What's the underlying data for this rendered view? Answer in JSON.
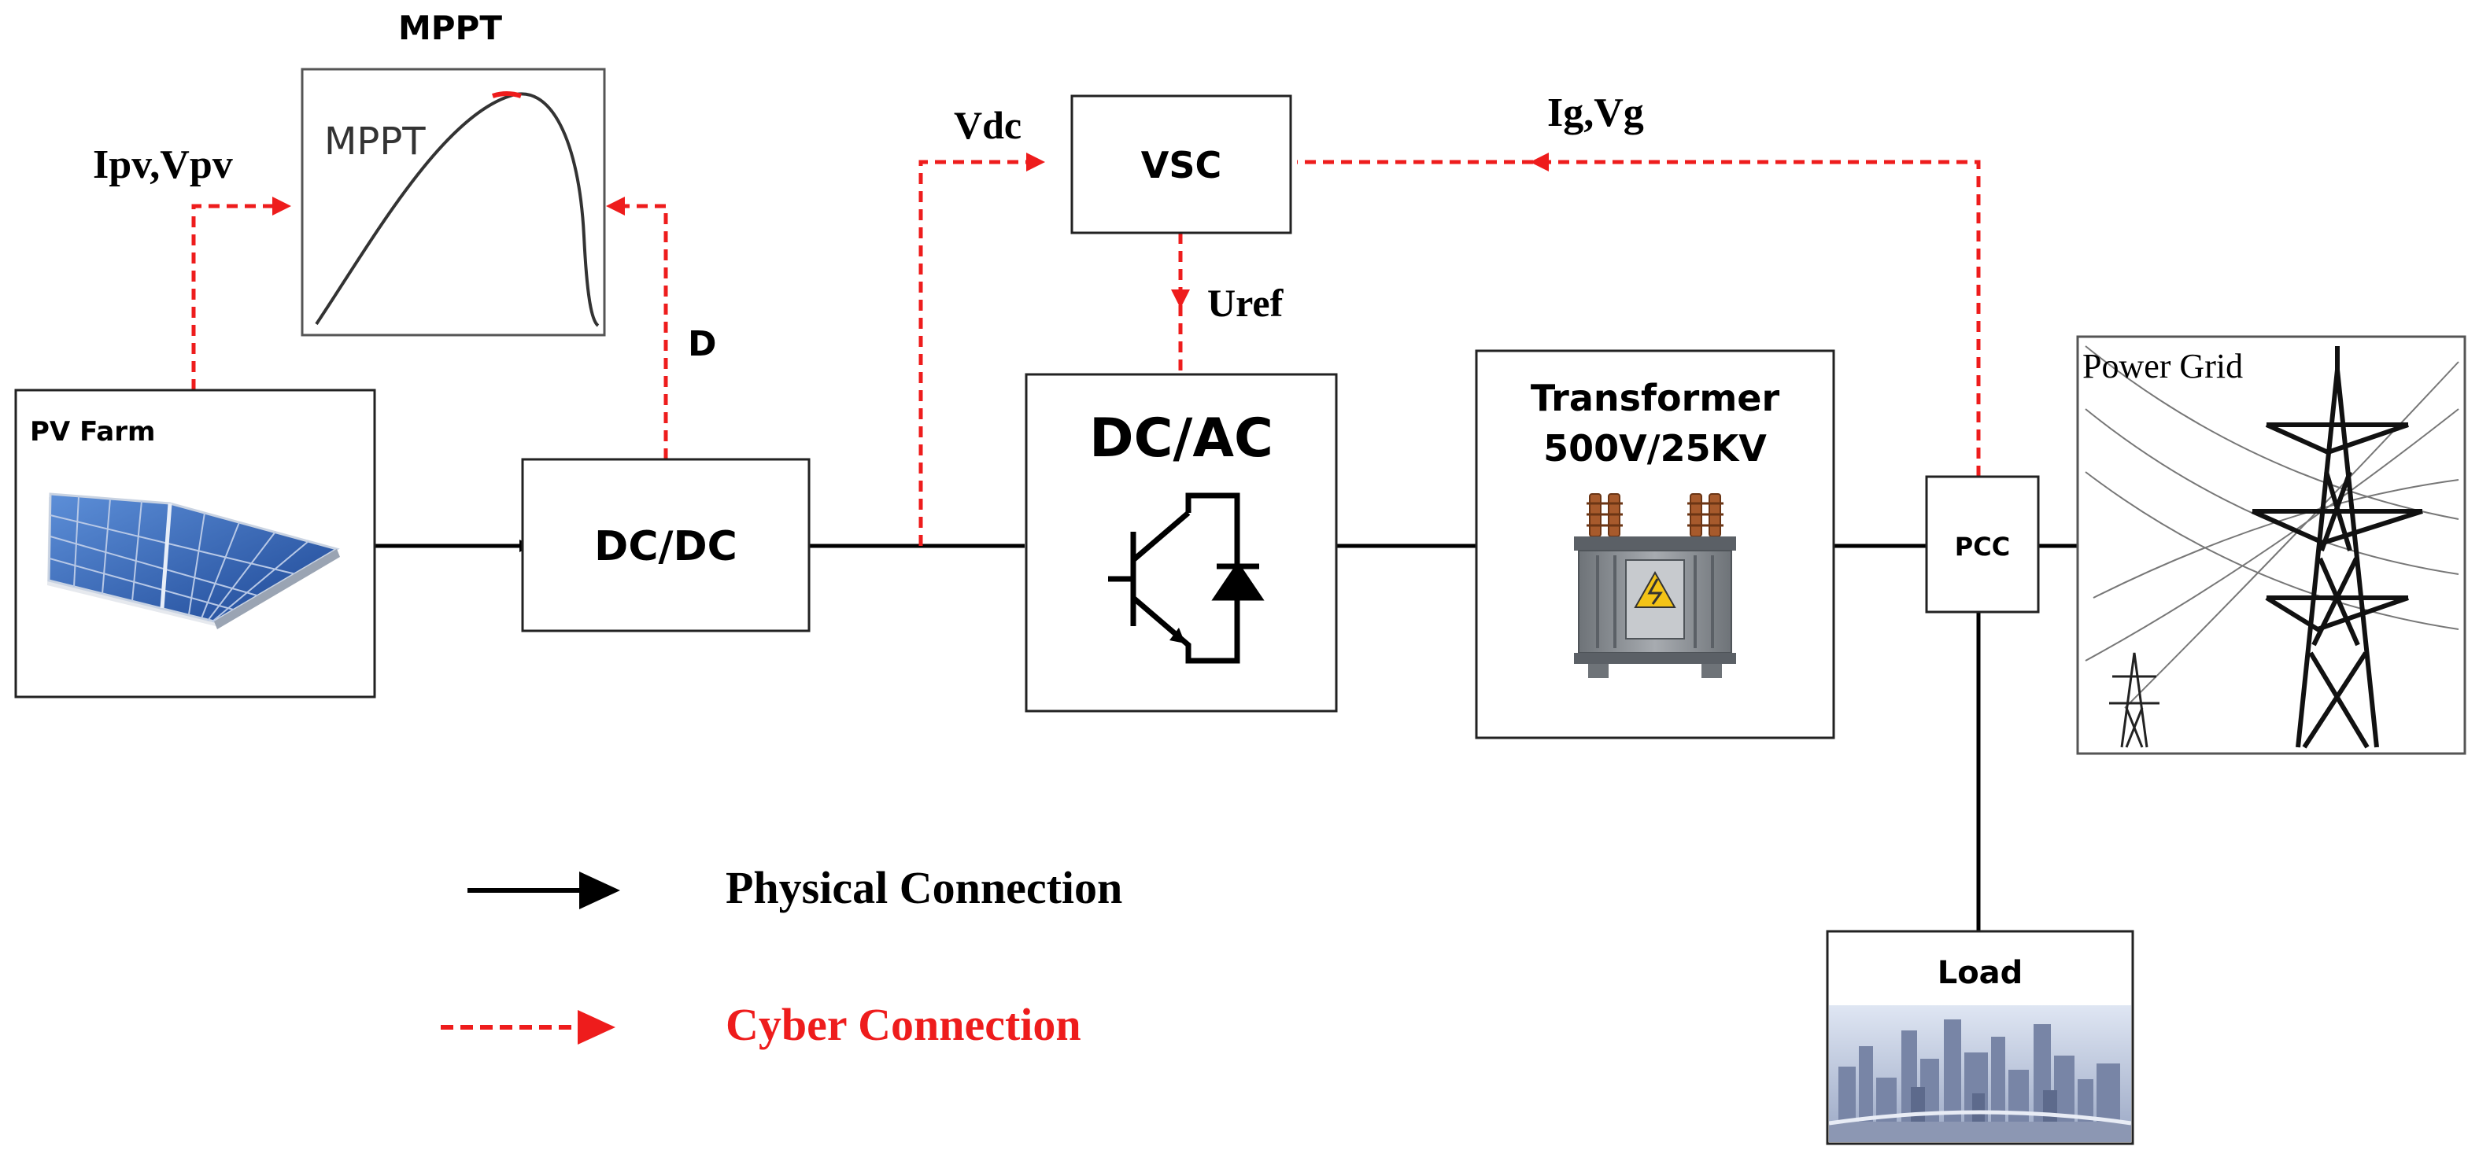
{
  "colors": {
    "physical": "#000000",
    "cyber": "#ee1c1c",
    "box_stroke": "#222222",
    "panel_blue": "#2f63b8",
    "transformer_gray": "#8d9196",
    "coil_brown": "#a75a2c"
  },
  "blocks": {
    "pv_farm": "PV Farm",
    "mppt_title": "MPPT",
    "mppt_curve_label": "MPPT",
    "dcdc": "DC/DC",
    "vsc": "VSC",
    "dcac": "DC/AC",
    "transformer_line1": "Transformer",
    "transformer_line2": "500V/25KV",
    "pcc": "PCC",
    "power_grid": "Power Grid",
    "load": "Load"
  },
  "signals": {
    "ipv_vpv": "Ipv,Vpv",
    "d": "D",
    "vdc": "Vdc",
    "ig_vg": "Ig,Vg",
    "uref": "Uref"
  },
  "legend": {
    "physical": "Physical Connection",
    "cyber": "Cyber Connection"
  },
  "icons": {
    "solar": "solar-panel-icon",
    "igbt": "igbt-diode-icon",
    "transformer": "transformer-icon",
    "tower": "transmission-tower-icon",
    "city": "city-skyline-icon"
  }
}
